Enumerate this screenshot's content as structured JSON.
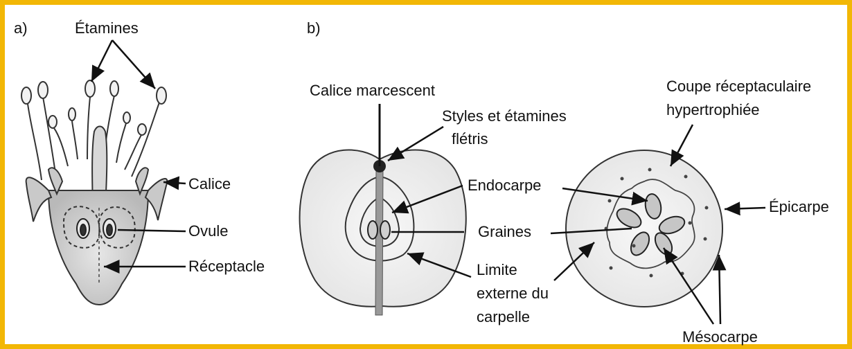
{
  "frame": {
    "border_color": "#f2b705"
  },
  "panel_a": {
    "letter": "a)",
    "labels": {
      "etamines": "Étamines",
      "calice": "Calice",
      "ovule": "Ovule",
      "receptacle": "Réceptacle"
    }
  },
  "panel_b": {
    "letter": "b)",
    "labels": {
      "calice_marcescent": "Calice marcescent",
      "styles_line1": "Styles et étamines",
      "styles_line2": "flétris",
      "endocarpe": "Endocarpe",
      "graines": "Graines",
      "limite_line1": "Limite",
      "limite_line2": "externe du",
      "limite_line3": "carpelle",
      "coupe_line1": "Coupe réceptaculaire",
      "coupe_line2": "hypertrophiée",
      "epicarpe": "Épicarpe",
      "mesocarpe": "Mésocarpe"
    }
  }
}
